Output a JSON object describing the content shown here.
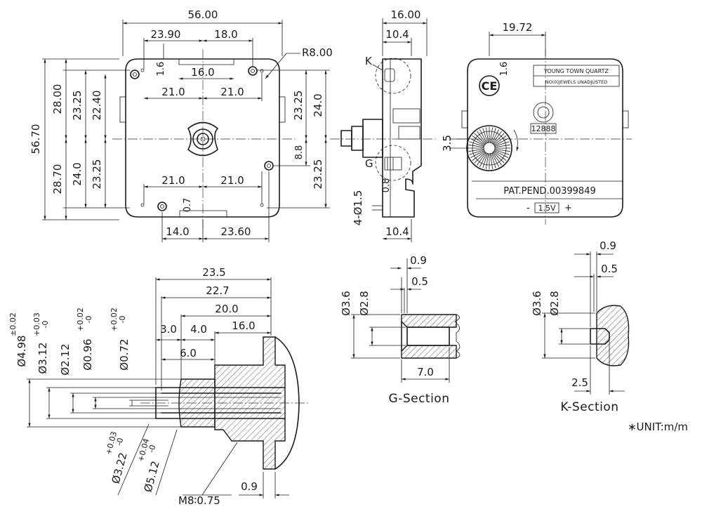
{
  "front": {
    "width": "56.00",
    "left_x": "23.90",
    "right_x": "18.0",
    "mid_gap": "16.0",
    "radius": "R8.00",
    "top_1_6": "1.6",
    "upper_21_left": "21.0",
    "upper_21_right": "21.0",
    "lower_21_left": "21.0",
    "lower_21_right": "21.0",
    "bottom_left": "14.0",
    "bottom_right": "23.60",
    "bottom_0_7": "0.7",
    "height_total": "56.70",
    "height_top": "28.00",
    "height_bottom": "28.70",
    "left_23_25_top": "23.25",
    "left_22_40": "22.40",
    "left_24_0": "24.0",
    "left_23_25_bottom": "23.25",
    "right_23_25_top": "23.25",
    "right_24_0": "24.0",
    "right_8_8": "8.8",
    "right_23_25_bottom": "23.25"
  },
  "side": {
    "depth": "16.00",
    "top_10_4": "10.4",
    "bottom_10_4": "10.4",
    "label_k": "K",
    "label_g": "G",
    "dim_0_8": "0.8",
    "holes": "4-Ø1.5"
  },
  "back": {
    "offset": "19.72",
    "top_1_6": "1.6",
    "side_3_5": "3.5",
    "brand": "YOUNG TOWN QUARTZ",
    "spec": "NO(0)JEWELS UNADJUSTED",
    "ce": "CE",
    "batch": "12888",
    "patent": "PAT.PEND.00399849",
    "battery": "1.5V",
    "minus": "-",
    "plus": "+"
  },
  "shaft": {
    "len_23_5": "23.5",
    "len_22_7": "22.7",
    "len_20_0": "20.0",
    "len_16_0": "16.0",
    "len_3_0": "3.0",
    "len_4_0": "4.0",
    "len_6_0": "6.0",
    "d_4_98": "Ø4.98",
    "d_4_98_tol": "±0.02",
    "d_3_12": "Ø3.12",
    "d_3_12_tol_up": "+0.03",
    "d_3_12_tol_lo": "-0",
    "d_2_12": "Ø2.12",
    "d_0_96": "Ø0.96",
    "d_0_96_tol_up": "+0.02",
    "d_0_96_tol_lo": "-0",
    "d_0_72": "Ø0.72",
    "d_0_72_tol_up": "+0.02",
    "d_0_72_tol_lo": "-0",
    "d_3_22": "Ø3.22",
    "d_3_22_tol_up": "+0.03",
    "d_3_22_tol_lo": "-0",
    "d_5_12": "Ø5.12",
    "d_5_12_tol_up": "+0.04",
    "d_5_12_tol_lo": "-0",
    "thread": "M8∶0.75",
    "thick": "0.9"
  },
  "g_section": {
    "title": "G-Section",
    "d_0_9": "0.9",
    "d_0_5": "0.5",
    "d_3_6": "Ø3.6",
    "d_2_8": "Ø2.8",
    "d_7_0": "7.0"
  },
  "k_section": {
    "title": "K-Section",
    "d_0_9": "0.9",
    "d_0_5": "0.5",
    "d_3_6": "Ø3.6",
    "d_2_8": "Ø2.8",
    "d_2_5": "2.5"
  },
  "unit": "∗UNIT:m/m"
}
